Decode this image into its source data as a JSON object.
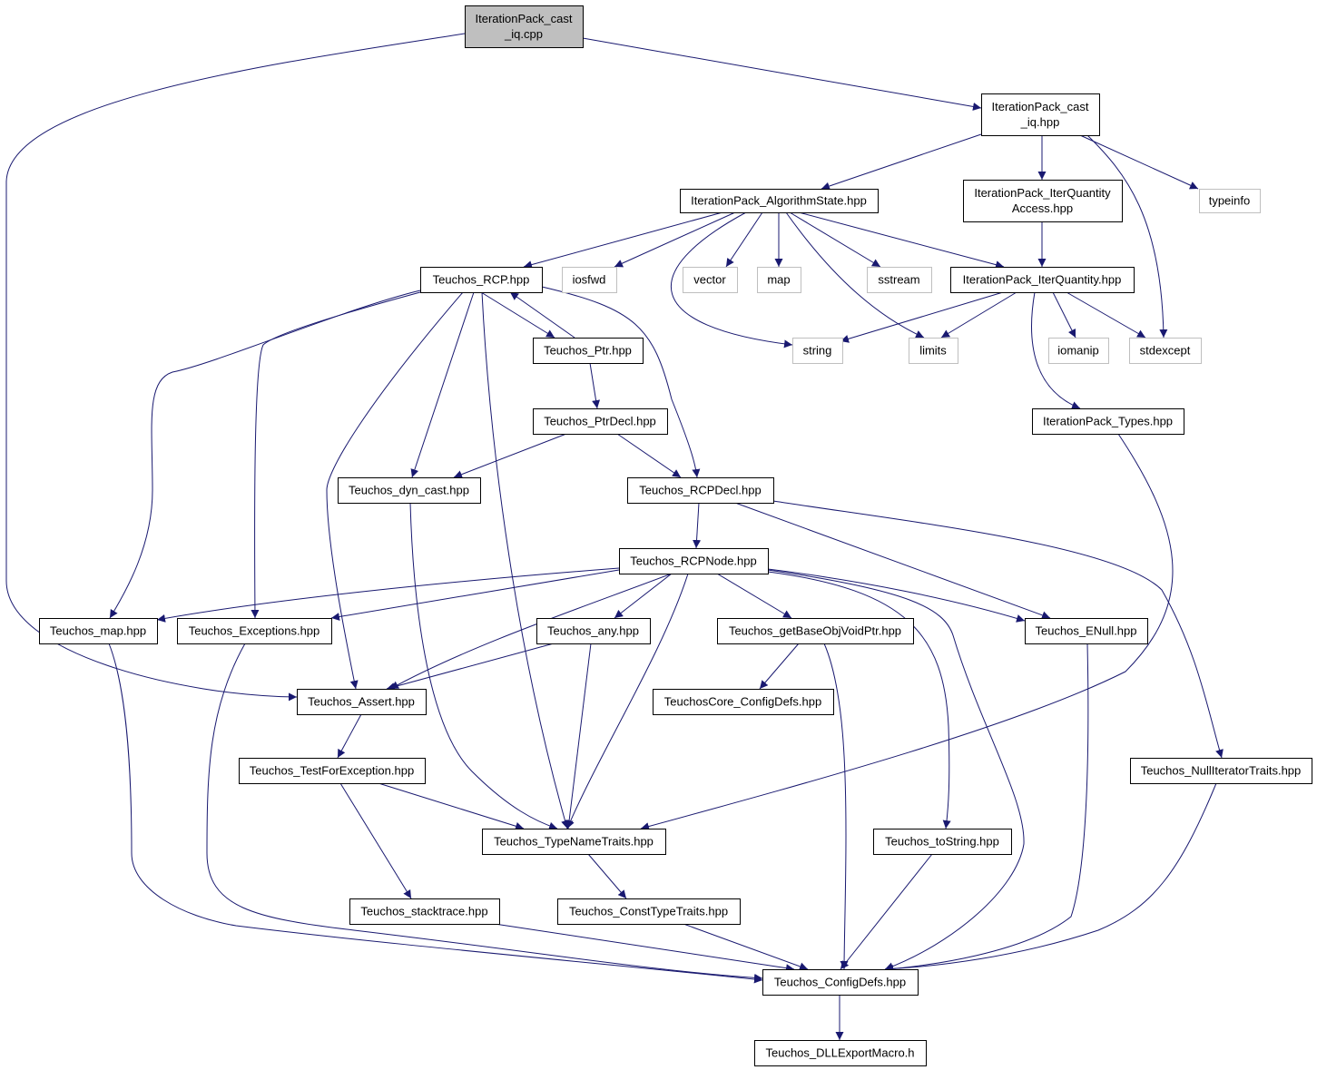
{
  "nodes": [
    {
      "id": "root",
      "lines": [
        "IterationPack_cast",
        "_iq.cpp"
      ],
      "kind": "root"
    },
    {
      "id": "cast_iq_hpp",
      "lines": [
        "IterationPack_cast",
        "_iq.hpp"
      ],
      "kind": "primary"
    },
    {
      "id": "algo_state",
      "lines": [
        "IterationPack_AlgorithmState.hpp"
      ],
      "kind": "primary"
    },
    {
      "id": "iq_access",
      "lines": [
        "IterationPack_IterQuantity",
        "Access.hpp"
      ],
      "kind": "primary"
    },
    {
      "id": "typeinfo",
      "lines": [
        "typeinfo"
      ],
      "kind": "system"
    },
    {
      "id": "rcp",
      "lines": [
        "Teuchos_RCP.hpp"
      ],
      "kind": "primary"
    },
    {
      "id": "iosfwd",
      "lines": [
        "iosfwd"
      ],
      "kind": "system"
    },
    {
      "id": "vector",
      "lines": [
        "vector"
      ],
      "kind": "system"
    },
    {
      "id": "map",
      "lines": [
        "map"
      ],
      "kind": "system"
    },
    {
      "id": "sstream",
      "lines": [
        "sstream"
      ],
      "kind": "system"
    },
    {
      "id": "iq",
      "lines": [
        "IterationPack_IterQuantity.hpp"
      ],
      "kind": "primary"
    },
    {
      "id": "ptr",
      "lines": [
        "Teuchos_Ptr.hpp"
      ],
      "kind": "primary"
    },
    {
      "id": "string",
      "lines": [
        "string"
      ],
      "kind": "system"
    },
    {
      "id": "limits",
      "lines": [
        "limits"
      ],
      "kind": "system"
    },
    {
      "id": "iomanip",
      "lines": [
        "iomanip"
      ],
      "kind": "system"
    },
    {
      "id": "stdexcept",
      "lines": [
        "stdexcept"
      ],
      "kind": "system"
    },
    {
      "id": "ptrdecl",
      "lines": [
        "Teuchos_PtrDecl.hpp"
      ],
      "kind": "primary"
    },
    {
      "id": "types",
      "lines": [
        "IterationPack_Types.hpp"
      ],
      "kind": "primary"
    },
    {
      "id": "dyncast",
      "lines": [
        "Teuchos_dyn_cast.hpp"
      ],
      "kind": "primary"
    },
    {
      "id": "rcpdecl",
      "lines": [
        "Teuchos_RCPDecl.hpp"
      ],
      "kind": "primary"
    },
    {
      "id": "rcpnode",
      "lines": [
        "Teuchos_RCPNode.hpp"
      ],
      "kind": "primary"
    },
    {
      "id": "tmap",
      "lines": [
        "Teuchos_map.hpp"
      ],
      "kind": "primary"
    },
    {
      "id": "exceptions",
      "lines": [
        "Teuchos_Exceptions.hpp"
      ],
      "kind": "primary"
    },
    {
      "id": "any",
      "lines": [
        "Teuchos_any.hpp"
      ],
      "kind": "primary"
    },
    {
      "id": "getbase",
      "lines": [
        "Teuchos_getBaseObjVoidPtr.hpp"
      ],
      "kind": "primary"
    },
    {
      "id": "enull",
      "lines": [
        "Teuchos_ENull.hpp"
      ],
      "kind": "primary"
    },
    {
      "id": "assert",
      "lines": [
        "Teuchos_Assert.hpp"
      ],
      "kind": "primary"
    },
    {
      "id": "coreconfig",
      "lines": [
        "TeuchosCore_ConfigDefs.hpp"
      ],
      "kind": "primary"
    },
    {
      "id": "testforexc",
      "lines": [
        "Teuchos_TestForException.hpp"
      ],
      "kind": "primary"
    },
    {
      "id": "nulliter",
      "lines": [
        "Teuchos_NullIteratorTraits.hpp"
      ],
      "kind": "primary"
    },
    {
      "id": "typename",
      "lines": [
        "Teuchos_TypeNameTraits.hpp"
      ],
      "kind": "primary"
    },
    {
      "id": "tostring",
      "lines": [
        "Teuchos_toString.hpp"
      ],
      "kind": "primary"
    },
    {
      "id": "stacktrace",
      "lines": [
        "Teuchos_stacktrace.hpp"
      ],
      "kind": "primary"
    },
    {
      "id": "consttype",
      "lines": [
        "Teuchos_ConstTypeTraits.hpp"
      ],
      "kind": "primary"
    },
    {
      "id": "configdefs",
      "lines": [
        "Teuchos_ConfigDefs.hpp"
      ],
      "kind": "primary"
    },
    {
      "id": "dllexport",
      "lines": [
        "Teuchos_DLLExportMacro.h"
      ],
      "kind": "primary"
    }
  ],
  "edges": [
    [
      "root",
      "cast_iq_hpp"
    ],
    [
      "root",
      "assert"
    ],
    [
      "cast_iq_hpp",
      "algo_state"
    ],
    [
      "cast_iq_hpp",
      "iq_access"
    ],
    [
      "cast_iq_hpp",
      "typeinfo"
    ],
    [
      "cast_iq_hpp",
      "stdexcept"
    ],
    [
      "algo_state",
      "rcp"
    ],
    [
      "algo_state",
      "iosfwd"
    ],
    [
      "algo_state",
      "vector"
    ],
    [
      "algo_state",
      "map"
    ],
    [
      "algo_state",
      "sstream"
    ],
    [
      "algo_state",
      "iq"
    ],
    [
      "algo_state",
      "string"
    ],
    [
      "algo_state",
      "limits"
    ],
    [
      "iq_access",
      "iq"
    ],
    [
      "iq",
      "string"
    ],
    [
      "iq",
      "limits"
    ],
    [
      "iq",
      "iomanip"
    ],
    [
      "iq",
      "stdexcept"
    ],
    [
      "iq",
      "types"
    ],
    [
      "rcp",
      "ptr"
    ],
    [
      "ptr",
      "rcp"
    ],
    [
      "rcp",
      "dyncast"
    ],
    [
      "rcp",
      "rcpdecl"
    ],
    [
      "rcp",
      "tmap"
    ],
    [
      "rcp",
      "exceptions"
    ],
    [
      "rcp",
      "assert"
    ],
    [
      "rcp",
      "typename"
    ],
    [
      "ptr",
      "ptrdecl"
    ],
    [
      "ptrdecl",
      "dyncast"
    ],
    [
      "ptrdecl",
      "rcpdecl"
    ],
    [
      "types",
      "typename"
    ],
    [
      "dyncast",
      "typename"
    ],
    [
      "rcpdecl",
      "rcpnode"
    ],
    [
      "rcpdecl",
      "enull"
    ],
    [
      "rcpdecl",
      "nulliter"
    ],
    [
      "rcpnode",
      "tmap"
    ],
    [
      "rcpnode",
      "exceptions"
    ],
    [
      "rcpnode",
      "any"
    ],
    [
      "rcpnode",
      "getbase"
    ],
    [
      "rcpnode",
      "enull"
    ],
    [
      "rcpnode",
      "assert"
    ],
    [
      "rcpnode",
      "typename"
    ],
    [
      "rcpnode",
      "tostring"
    ],
    [
      "rcpnode",
      "configdefs"
    ],
    [
      "tmap",
      "configdefs"
    ],
    [
      "exceptions",
      "configdefs"
    ],
    [
      "any",
      "assert"
    ],
    [
      "any",
      "typename"
    ],
    [
      "getbase",
      "coreconfig"
    ],
    [
      "getbase",
      "configdefs"
    ],
    [
      "enull",
      "configdefs"
    ],
    [
      "assert",
      "testforexc"
    ],
    [
      "testforexc",
      "typename"
    ],
    [
      "testforexc",
      "stacktrace"
    ],
    [
      "nulliter",
      "configdefs"
    ],
    [
      "typename",
      "consttype"
    ],
    [
      "tostring",
      "configdefs"
    ],
    [
      "stacktrace",
      "configdefs"
    ],
    [
      "consttype",
      "configdefs"
    ],
    [
      "configdefs",
      "dllexport"
    ]
  ],
  "colors": {
    "edge": "#191970",
    "root_fill": "#bfbfbf",
    "system_border": "#bfbfbf"
  }
}
